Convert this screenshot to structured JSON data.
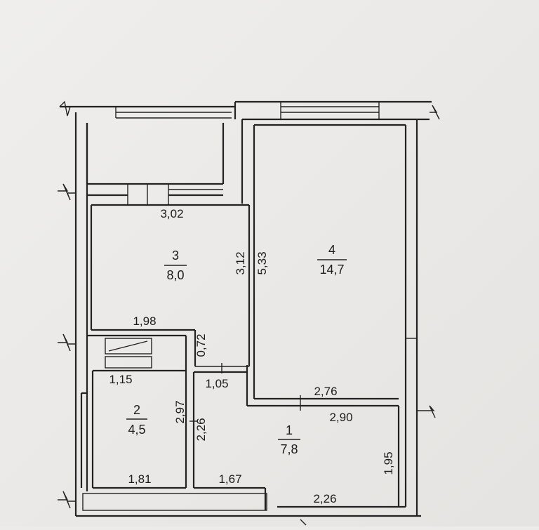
{
  "rooms": [
    {
      "number": "1",
      "area": "7,8"
    },
    {
      "number": "2",
      "area": "4,5"
    },
    {
      "number": "3",
      "area": "8,0"
    },
    {
      "number": "4",
      "area": "14,7"
    }
  ],
  "dimensions": {
    "d302": "3,02",
    "d312": "3,12",
    "d533": "5,33",
    "d198": "1,98",
    "d072": "0,72",
    "d115": "1,15",
    "d105": "1,05",
    "d276": "2,76",
    "d290": "2,90",
    "d297": "2,97",
    "d226a": "2,26",
    "d195": "1,95",
    "d181": "1,81",
    "d167": "1,67",
    "d226b": "2,26"
  }
}
